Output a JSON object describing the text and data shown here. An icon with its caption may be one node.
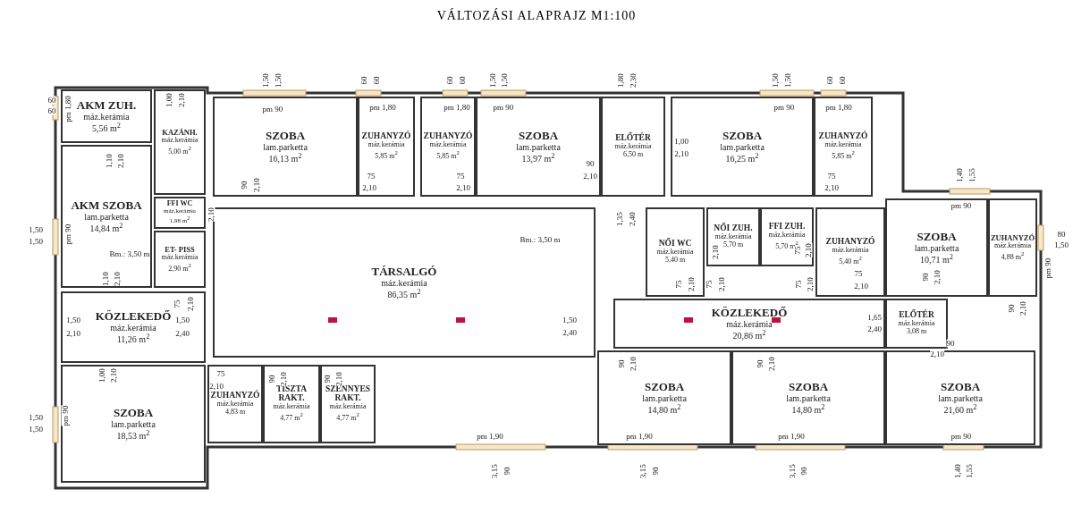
{
  "diagram": {
    "title": "VÁLTOZÁSI ALAPRAJZ M1:100",
    "nodes": [
      {
        "text": [
          "AKM ZUH.",
          "máz.kerámia",
          "5,56 m$^{2}$"
        ]
      },
      {
        "text": [
          "KAZÁNH.",
          "máz.kerámia",
          "5,00 m$^{2}$"
        ]
      },
      {
        "text": [
          "SZOBA",
          "lam.parketta",
          "16,13 m$^{2}$"
        ]
      },
      {
        "text": [
          "ZUHANYZÓ",
          "máz.kerámia",
          "5,85 m$^{2}$"
        ]
      },
      {
        "text": [
          "ZUHANYZÓ",
          "máz.kerámia",
          "5,85 m$^{2}$"
        ]
      },
      {
        "text": [
          "SZOBA",
          "lam.parketta",
          "13,97 m$^{2}$"
        ]
      },
      {
        "text": [
          "ELŐTÉR",
          "máz.kerámia",
          "6,50 m"
        ]
      },
      {
        "text": [
          "SZOBA",
          "lam.parketta",
          "16,25 m$^{2}$"
        ]
      },
      {
        "text": [
          "ZUHANYZÓ",
          "máz.kerámia",
          "5,85 m$^{2}$"
        ]
      },
      {
        "text": [
          "AKM SZOBA",
          "lam.parketta",
          "14,84 m$^{2}$"
        ]
      },
      {
        "text": [
          "FFI WC",
          "máz.kerámia",
          "1,98 m$^{2}$"
        ]
      },
      {
        "text": [
          "ET- PISS",
          "máz.kerámia",
          "2,90 m$^{2}$"
        ]
      },
      {
        "text": [
          "TÁRSALGÓ",
          "máz.kerámia",
          "86,35 m$^{2}$"
        ]
      },
      {
        "text": [
          "NŐI WC",
          "máz.kerámia",
          "5,40 m"
        ]
      },
      {
        "text": [
          "NŐI ZUH.",
          "máz.kerámia",
          "5,70 m"
        ]
      },
      {
        "text": [
          "FFI ZUH.",
          "máz.kerámia",
          "5,70 m$^{2}$"
        ]
      },
      {
        "text": [
          "ZUHANYZÓ",
          "máz.kerámia",
          "5,40 m$^{2}$"
        ]
      },
      {
        "text": [
          "SZOBA",
          "lam.parketta",
          "10,71 m$^{2}$"
        ]
      },
      {
        "text": [
          "ZUHANYZÓ",
          "máz.kerámia",
          "4,88 m$^{2}$"
        ]
      },
      {
        "text": [
          "KÖZLEKEDŐ",
          "máz.kerámia",
          "11,26 m$^{2}$"
        ]
      },
      {
        "text": [
          "KÖZLEKEDŐ",
          "máz.kerámia",
          "20,86 m$^{2}$"
        ]
      },
      {
        "text": [
          "ELŐTÉR",
          "máz.kerámia",
          "3,08 m"
        ]
      },
      {
        "text": [
          "SZOBA",
          "lam.parketta",
          "18,53 m$^{2}$"
        ]
      },
      {
        "text": [
          "ZUHANYZÓ",
          "máz.kerámia",
          "4,83 m"
        ]
      },
      {
        "text": [
          "TISZTA RAKT.",
          "máz.kerámia",
          "4,77 m$^{2}$"
        ]
      },
      {
        "text": [
          "SZENNYES RAKT.",
          "máz.kerámia",
          "4,77 m$^{2}$"
        ]
      },
      {
        "text": [
          "SZOBA",
          "lam.parketta",
          "14,80 m$^{2}$"
        ]
      },
      {
        "text": [
          "SZOBA",
          "lam.parketta",
          "14,80 m$^{2}$"
        ]
      },
      {
        "text": [
          "SZOBA",
          "lam.parketta",
          "21,60 m$^{2}$"
        ]
      }
    ],
    "labels": [
      "60",
      "60",
      "pm 1,80",
      "1,00",
      "2,10",
      "1,50",
      "1,50",
      "pm 90",
      "60",
      "60",
      "pm 1,80",
      "60",
      "60",
      "pm 1,80",
      "1,50",
      "1,50",
      "pm 90",
      "1,80",
      "2,30",
      "1,50",
      "1,50",
      "pm 90",
      "60",
      "60",
      "pm 1,80",
      "1,10",
      "2,10",
      "90",
      "2,10",
      "75",
      "2,10",
      "75",
      "2,10",
      "90",
      "2,10",
      "1,00",
      "2,10",
      "75",
      "2,10",
      "1,35",
      "2,40",
      "1,40",
      "1,55",
      "pm 90",
      "80",
      "1,50",
      "pm 90",
      "1,50",
      "1,50",
      "pm 90",
      "Bm.: 3,50 m",
      "Bm.: 3,50 m",
      "1,10",
      "2,10",
      "2,10",
      "75",
      "2,10",
      "2,10",
      "75",
      "2,10",
      "75",
      "2,10",
      "75",
      "2,10",
      "75",
      "2,10",
      "75",
      "2,10",
      "90",
      "2,10",
      "90",
      "2,10",
      "1,50",
      "2,10",
      "1,50",
      "2,40",
      "1,00",
      "2,10",
      "75",
      "2,10",
      "90",
      "2,10",
      "90",
      "2,10",
      "1,50",
      "2,40",
      "90",
      "2,10",
      "90",
      "2,10",
      "1,65",
      "2,40",
      "90",
      "2,10",
      "1,50",
      "1,50",
      "pm 90",
      "pm 1,90",
      "3,15",
      "90",
      "pm 1,90",
      "3,15",
      "90",
      "pm 1,90",
      "3,15",
      "90",
      "pm 90",
      "1,40",
      "1,55"
    ]
  }
}
